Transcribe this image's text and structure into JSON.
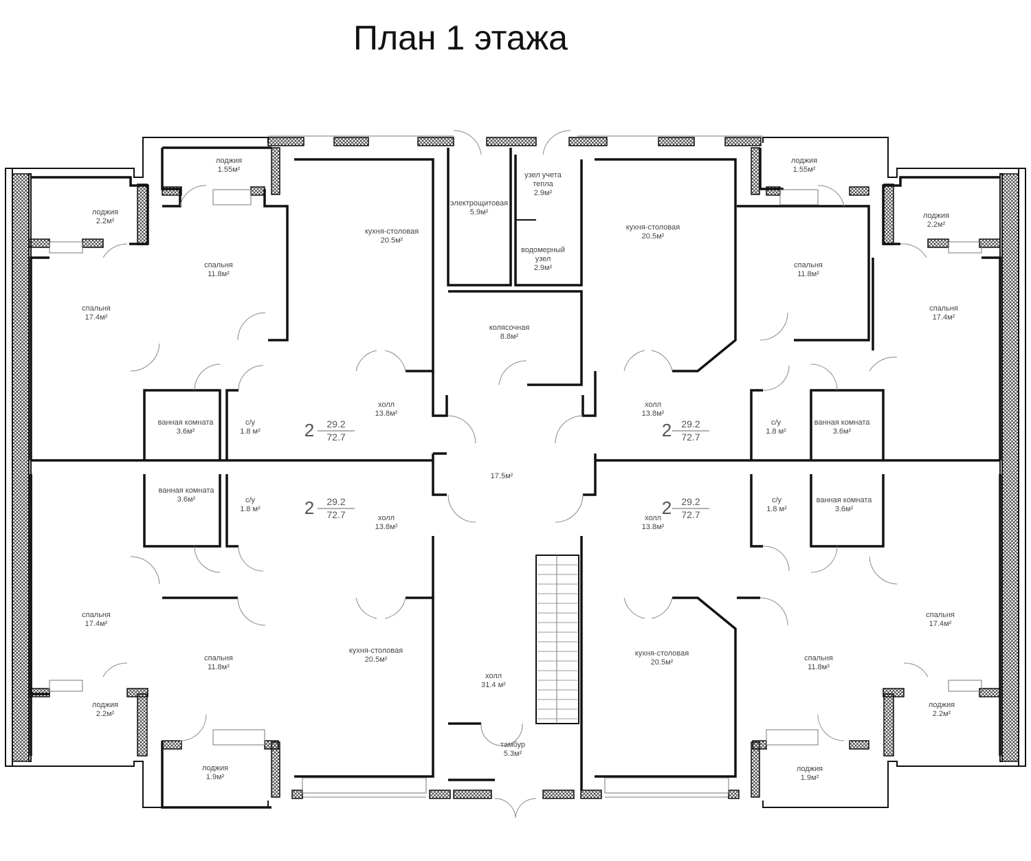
{
  "title": "План 1 этажа",
  "rooms": [
    {
      "id": "r1",
      "name": "лоджия",
      "area": "1.55м²"
    },
    {
      "id": "r2",
      "name": "лоджия",
      "area": "2.2м²"
    },
    {
      "id": "r3",
      "name": "спальня",
      "area": "11.8м²"
    },
    {
      "id": "r4",
      "name": "кухня-столовая",
      "area": "20.5м²"
    },
    {
      "id": "r5",
      "name": "спальня",
      "area": "17.4м²"
    },
    {
      "id": "r6",
      "name": "электрощитовая",
      "area": "5.9м²"
    },
    {
      "id": "r7",
      "name": "узел учета тепла",
      "area": "2.9м²"
    },
    {
      "id": "r8",
      "name": "водомерный узел",
      "area": "2.9м²"
    },
    {
      "id": "r9",
      "name": "колясочная",
      "area": "8.8м²"
    },
    {
      "id": "r10",
      "name": "кухня-столовая",
      "area": "20.5м²"
    },
    {
      "id": "r11",
      "name": "лоджия",
      "area": "1.55м²"
    },
    {
      "id": "r12",
      "name": "спальня",
      "area": "11.8м²"
    },
    {
      "id": "r13",
      "name": "лоджия",
      "area": "2.2м²"
    },
    {
      "id": "r14",
      "name": "спальня",
      "area": "17.4м²"
    },
    {
      "id": "r15",
      "name": "ванная комната",
      "area": "3.6м²"
    },
    {
      "id": "r16",
      "name": "с/у",
      "area": "1.8 м²"
    },
    {
      "id": "r17",
      "name": "холл",
      "area": "13.8м²"
    },
    {
      "id": "r18",
      "name": "холл",
      "area": "13.8м²"
    },
    {
      "id": "r19",
      "name": "с/у",
      "area": "1.8 м²"
    },
    {
      "id": "r20",
      "name": "ванная комната",
      "area": "3.6м²"
    },
    {
      "id": "r21",
      "name": "",
      "area": "17.5м²"
    },
    {
      "id": "r22",
      "name": "ванная комната",
      "area": "3.6м²"
    },
    {
      "id": "r23",
      "name": "с/у",
      "area": "1.8 м²"
    },
    {
      "id": "r24",
      "name": "холл",
      "area": "13.8м²"
    },
    {
      "id": "r25",
      "name": "холл",
      "area": "13.8м²"
    },
    {
      "id": "r26",
      "name": "с/у",
      "area": "1.8 м²"
    },
    {
      "id": "r27",
      "name": "ванная комната",
      "area": "3.6м²"
    },
    {
      "id": "r28",
      "name": "спальня",
      "area": "17.4м²"
    },
    {
      "id": "r29",
      "name": "спальня",
      "area": "11.8м²"
    },
    {
      "id": "r30",
      "name": "кухня-столовая",
      "area": "20.5м²"
    },
    {
      "id": "r31",
      "name": "холл",
      "area": "31.4 м²"
    },
    {
      "id": "r32",
      "name": "кухня-столовая",
      "area": "20.5м²"
    },
    {
      "id": "r33",
      "name": "спальня",
      "area": "11.8м²"
    },
    {
      "id": "r34",
      "name": "спальня",
      "area": "17.4м²"
    },
    {
      "id": "r35",
      "name": "лоджия",
      "area": "2.2м²"
    },
    {
      "id": "r36",
      "name": "лоджия",
      "area": "1.9м²"
    },
    {
      "id": "r37",
      "name": "тамбур",
      "area": "5.3м²"
    },
    {
      "id": "r38",
      "name": "лоджия",
      "area": "1.9м²"
    },
    {
      "id": "r39",
      "name": "лоджия",
      "area": "2.2м²"
    }
  ],
  "apartments": [
    {
      "id": "a1",
      "rooms": "2",
      "living": "29.2",
      "total": "72.7"
    },
    {
      "id": "a2",
      "rooms": "2",
      "living": "29.2",
      "total": "72.7"
    },
    {
      "id": "a3",
      "rooms": "2",
      "living": "29.2",
      "total": "72.7"
    },
    {
      "id": "a4",
      "rooms": "2",
      "living": "29.2",
      "total": "72.7"
    }
  ]
}
